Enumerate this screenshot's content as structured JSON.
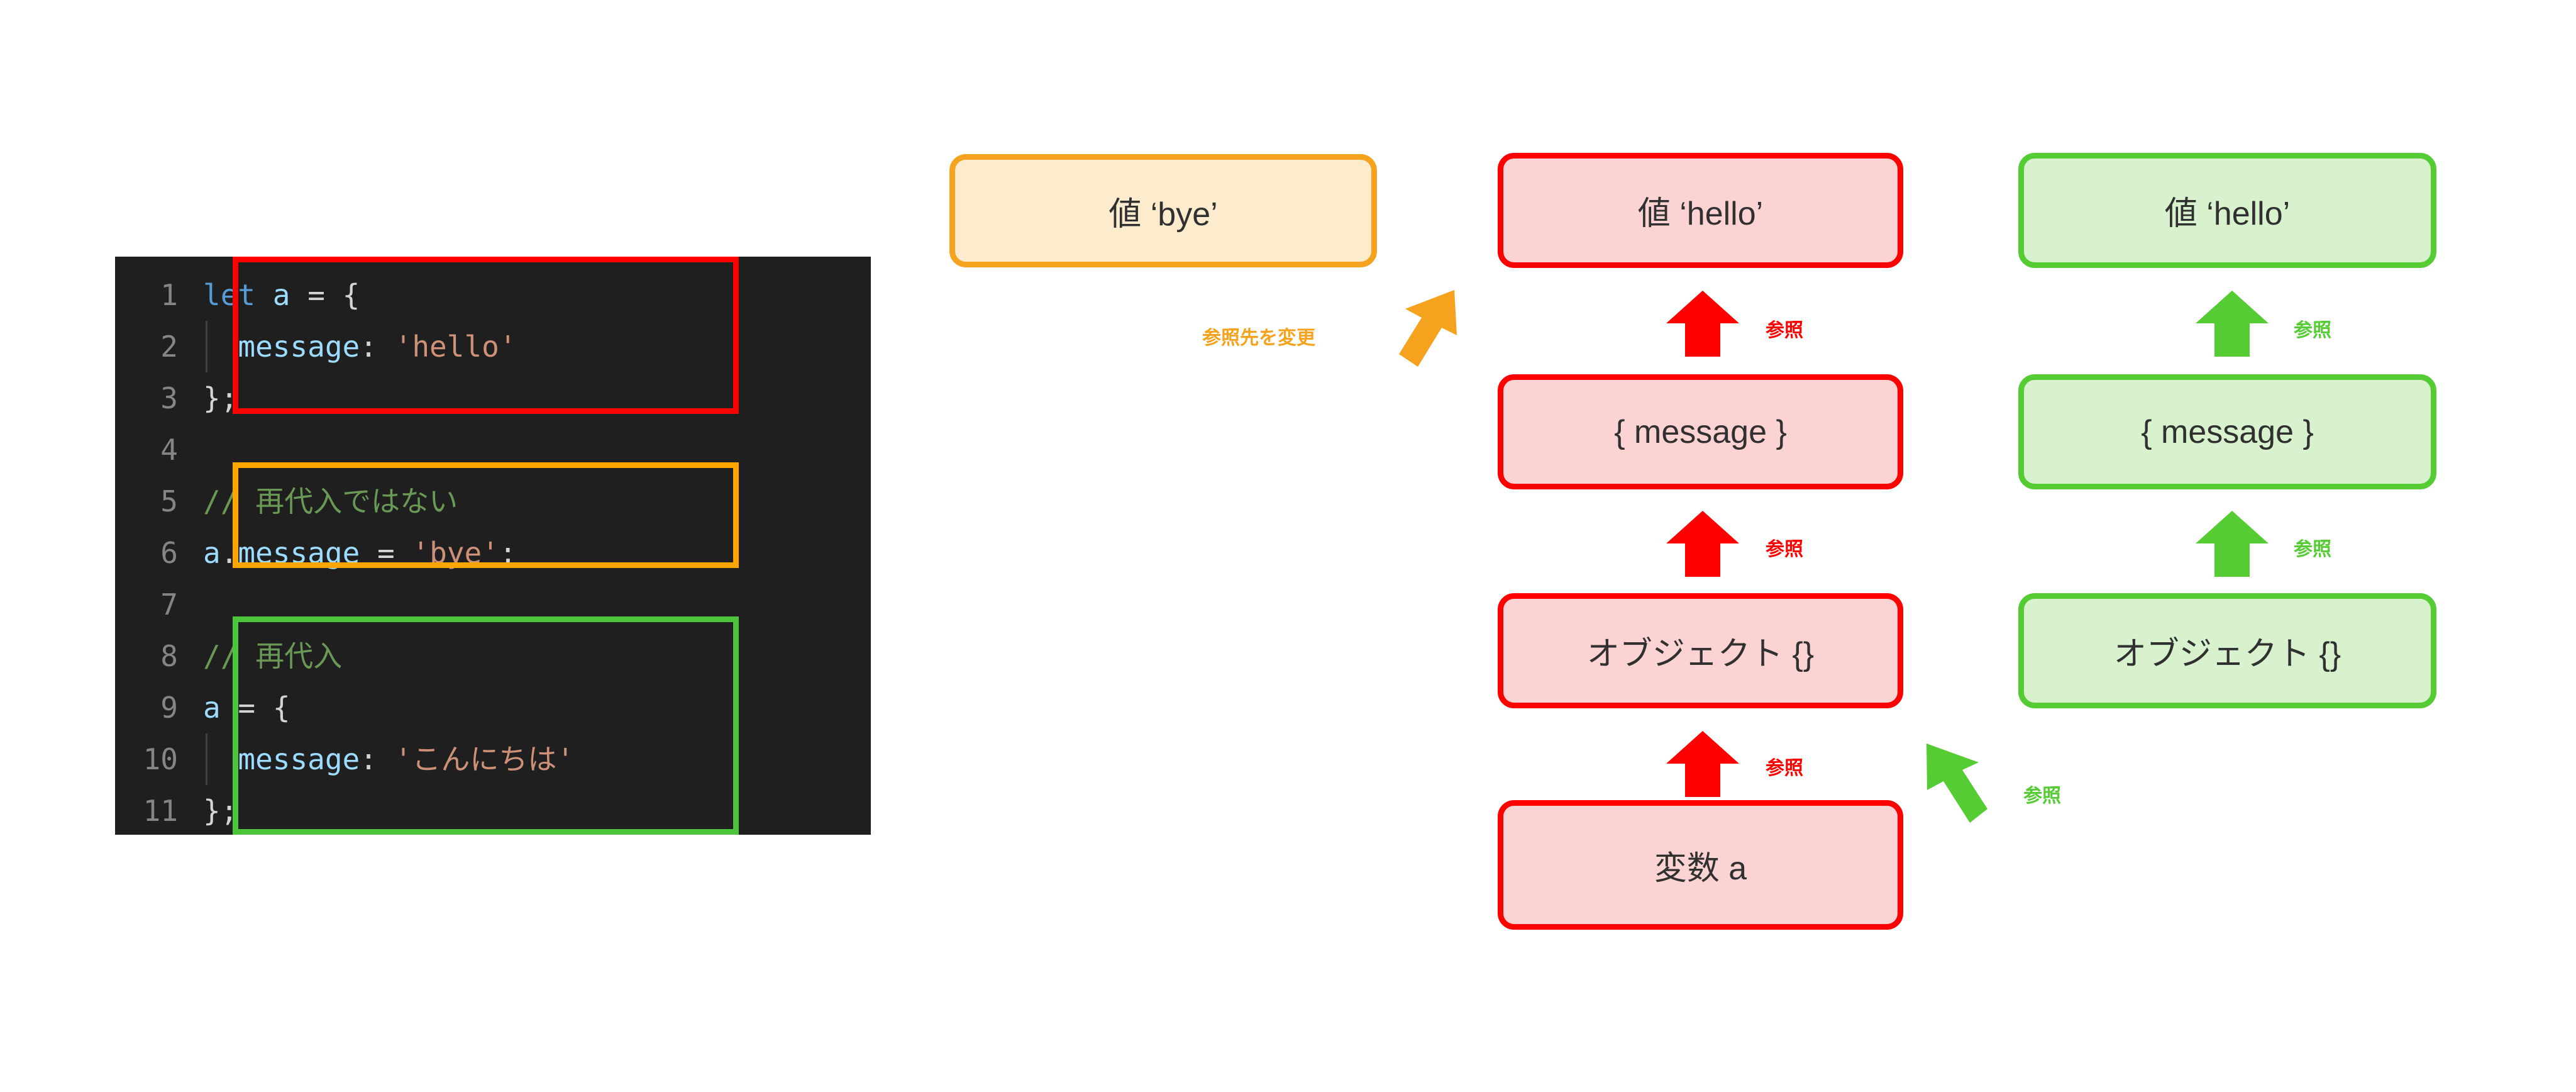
{
  "editor": {
    "line_numbers": [
      "1",
      "2",
      "3",
      "4",
      "5",
      "6",
      "7",
      "8",
      "9",
      "10",
      "11"
    ],
    "lines": [
      {
        "n": "1",
        "tokens": [
          {
            "t": "let",
            "c": "kw"
          },
          {
            "t": " ",
            "c": "dot"
          },
          {
            "t": "a",
            "c": "id"
          },
          {
            "t": " ",
            "c": "dot"
          },
          {
            "t": "=",
            "c": "op"
          },
          {
            "t": " ",
            "c": "dot"
          },
          {
            "t": "{",
            "c": "pn"
          }
        ]
      },
      {
        "n": "2",
        "tokens": [
          {
            "t": "  ",
            "c": "dot"
          },
          {
            "t": "message",
            "c": "id"
          },
          {
            "t": ":",
            "c": "op"
          },
          {
            "t": " ",
            "c": "dot"
          },
          {
            "t": "'hello'",
            "c": "str"
          }
        ]
      },
      {
        "n": "3",
        "tokens": [
          {
            "t": "};",
            "c": "pn"
          }
        ]
      },
      {
        "n": "4",
        "tokens": []
      },
      {
        "n": "5",
        "tokens": [
          {
            "t": "// 再代入ではない",
            "c": "cmt"
          }
        ]
      },
      {
        "n": "6",
        "tokens": [
          {
            "t": "a",
            "c": "id"
          },
          {
            "t": ".",
            "c": "op"
          },
          {
            "t": "message",
            "c": "id"
          },
          {
            "t": " ",
            "c": "dot"
          },
          {
            "t": "=",
            "c": "op"
          },
          {
            "t": " ",
            "c": "dot"
          },
          {
            "t": "'bye'",
            "c": "str"
          },
          {
            "t": ";",
            "c": "pn"
          }
        ]
      },
      {
        "n": "7",
        "tokens": []
      },
      {
        "n": "8",
        "tokens": [
          {
            "t": "// 再代入",
            "c": "cmt"
          }
        ]
      },
      {
        "n": "9",
        "tokens": [
          {
            "t": "a",
            "c": "id"
          },
          {
            "t": " ",
            "c": "dot"
          },
          {
            "t": "=",
            "c": "op"
          },
          {
            "t": " ",
            "c": "dot"
          },
          {
            "t": "{",
            "c": "pn"
          }
        ]
      },
      {
        "n": "10",
        "tokens": [
          {
            "t": "  ",
            "c": "dot"
          },
          {
            "t": "message",
            "c": "id"
          },
          {
            "t": ":",
            "c": "op"
          },
          {
            "t": " ",
            "c": "dot"
          },
          {
            "t": "'こんにちは'",
            "c": "str"
          }
        ]
      },
      {
        "n": "11",
        "tokens": [
          {
            "t": "};",
            "c": "pn"
          }
        ]
      }
    ],
    "highlights": [
      {
        "name": "red-frame",
        "color": "#FF0000",
        "covers_lines": "1-3"
      },
      {
        "name": "orange-frame",
        "color": "#FFA500",
        "covers_lines": "5-6"
      },
      {
        "name": "green-frame",
        "color": "#4CC43C",
        "covers_lines": "8-11"
      }
    ],
    "colors": {
      "background": "#1f1f1f",
      "gutter_text": "#858585",
      "keyword": "#569CD6",
      "identifier": "#9CDCFE",
      "string": "#CE9178",
      "comment": "#6A9955",
      "punctuation": "#d4d4d4"
    }
  },
  "diagram": {
    "orange_column": {
      "accent": "#F5A21E",
      "fill": "#FCEBCD",
      "nodes": [
        {
          "label": "値 ‘bye’"
        }
      ],
      "arrow_label": "参照先を変更"
    },
    "red_column": {
      "accent": "#FF0000",
      "fill": "#FBD3D3",
      "nodes": [
        {
          "label": "値 ‘hello’"
        },
        {
          "label": "{ message }"
        },
        {
          "label": "オブジェクト {}"
        },
        {
          "label": "変数 a"
        }
      ],
      "arrow_labels": [
        "参照",
        "参照",
        "参照"
      ]
    },
    "green_column": {
      "accent": "#55CC33",
      "fill": "#D7F2CD",
      "nodes": [
        {
          "label": "値 ‘hello’"
        },
        {
          "label": "{ message }"
        },
        {
          "label": "オブジェクト {}"
        }
      ],
      "arrow_labels": [
        "参照",
        "参照"
      ],
      "diagonal_arrow_label": "参照"
    }
  }
}
